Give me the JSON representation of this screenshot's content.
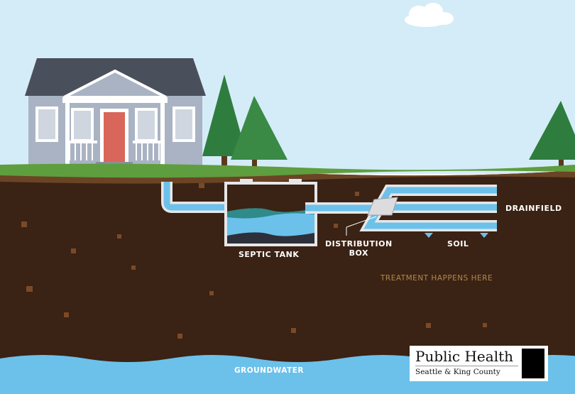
{
  "labels": {
    "septic_tank": "SEPTIC TANK",
    "distribution_box_1": "DISTRIBUTION",
    "distribution_box_2": "BOX",
    "soil": "SOIL",
    "drainfield": "DRAINFIELD",
    "treatment": "TREATMENT HAPPENS HERE",
    "groundwater": "GROUNDWATER"
  },
  "logo": {
    "line1": "Public Health",
    "line2": "Seattle & King County"
  },
  "colors": {
    "sky": "#d4ecf8",
    "grass": "#5e9e3e",
    "soil": "#3a2214",
    "water": "#6cc1ea",
    "pipe_outline": "#e6e6e8",
    "treatment_text": "#b08a4c"
  }
}
